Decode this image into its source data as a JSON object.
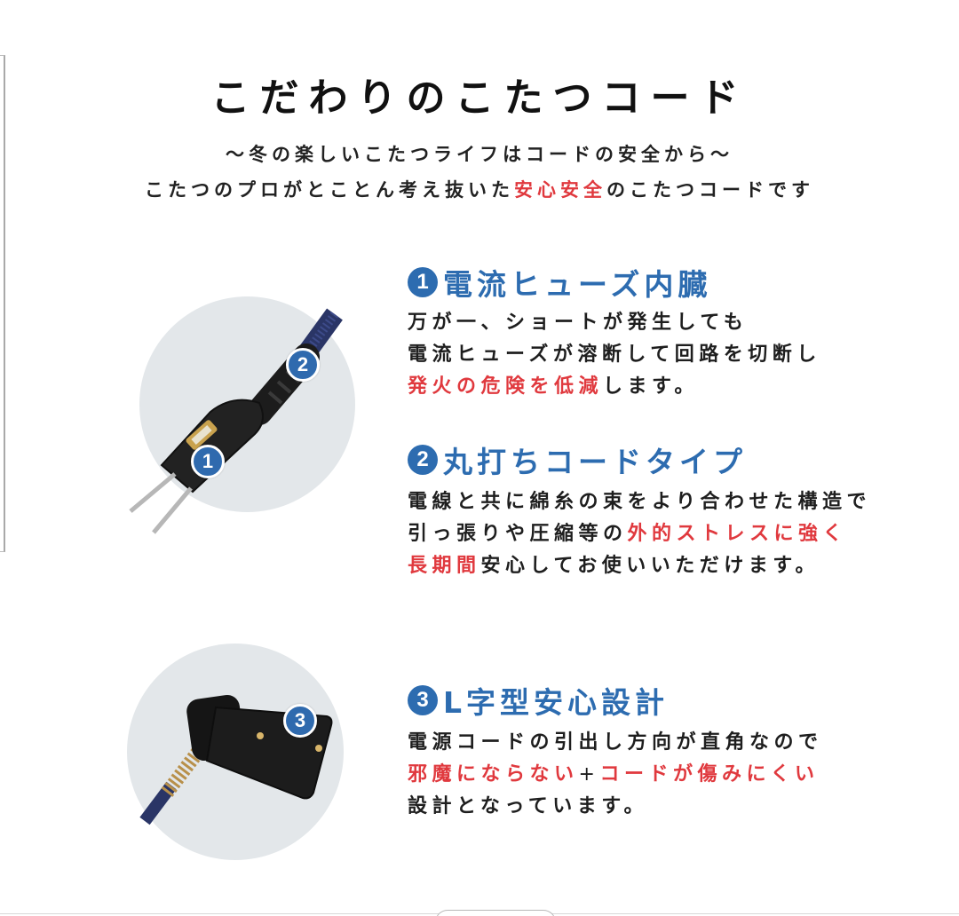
{
  "header": {
    "title": "こだわりのこたつコード",
    "subtitle_line1": "～冬の楽しいこたつライフはコードの安全から～",
    "subtitle_line2_pre": "こたつのプロがとことん考え抜いた",
    "subtitle_line2_highlight": "安心安全",
    "subtitle_line2_post": "のこたつコードです"
  },
  "images": [
    {
      "alt": "fused plug with braided cord",
      "badges": [
        "1",
        "2"
      ]
    },
    {
      "alt": "L-shaped connector",
      "badges": [
        "3"
      ]
    }
  ],
  "features": [
    {
      "number": "1",
      "title": "電流ヒューズ内臓",
      "line1": "万が一、ショートが発生しても",
      "line2": "電流ヒューズが溶断して回路を切断し",
      "line3_highlight": "発火の危険を低減",
      "line3_post": "します。"
    },
    {
      "number": "2",
      "title": "丸打ちコードタイプ",
      "line1": "電線と共に綿糸の束をより合わせた構造で",
      "line2_pre": "引っ張りや圧縮等の",
      "line2_highlight": "外的ストレスに強く",
      "line3_highlight": "長期間",
      "line3_post": "安心してお使いいただけます。"
    },
    {
      "number": "3",
      "title": "L字型安心設計",
      "line1": "電源コードの引出し方向が直角なので",
      "line2_highlight_a": "邪魔にならない",
      "line2_plus": "+",
      "line2_highlight_b": "コードが傷みにくい",
      "line3": "設計となっています。"
    }
  ],
  "colors": {
    "heading_blue": "#2d6cb0",
    "highlight_red": "#e0393e",
    "text": "#1e1e1e",
    "circle_bg": "#e3e7ea"
  }
}
